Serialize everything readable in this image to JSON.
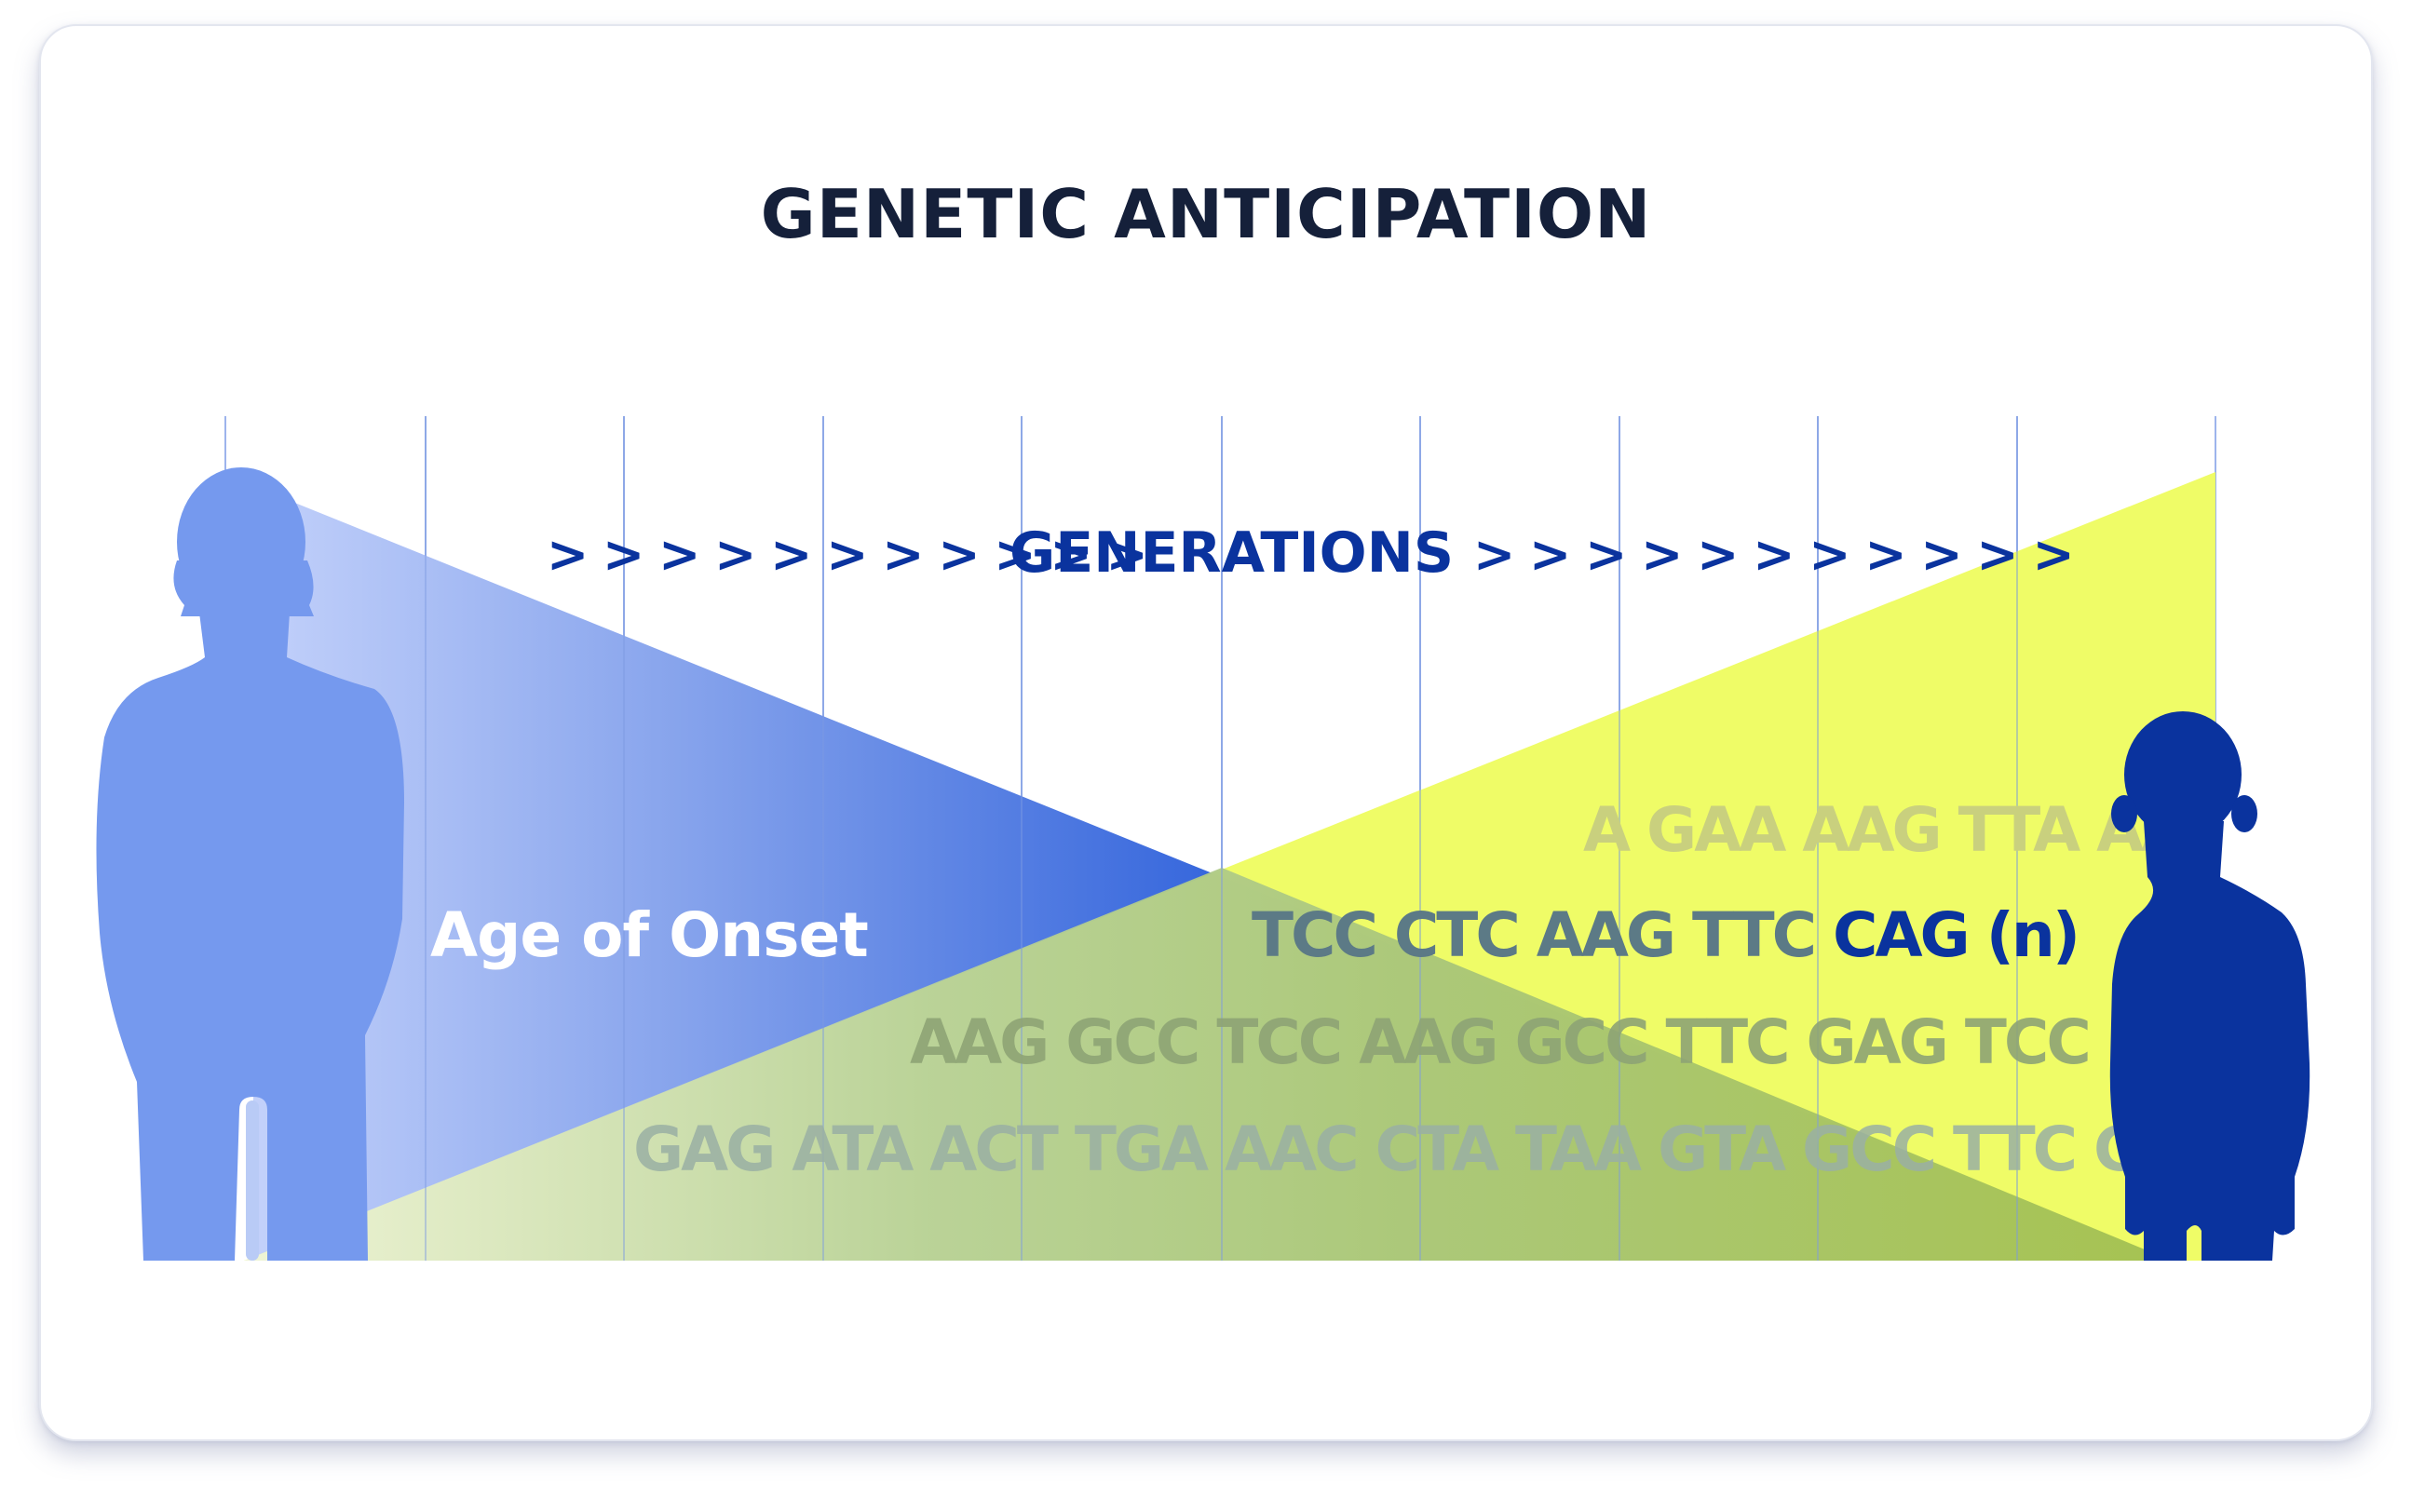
{
  "title": "GENETIC ANTICIPATION",
  "generations": {
    "left_arrows": "> > > > > > > > > > >",
    "label": "GENERATIONS",
    "right_arrows": "> > > > > > > > > > >"
  },
  "age_label": "Age of Onset",
  "sequence": {
    "row1": "A GAA AAG TTA AA",
    "row2_plain": "TCC CTC AAG TTC ",
    "row2_repeat": "CAG (n)",
    "row3": "AAG GCC TCC AAG GCC TTC GAG TCC",
    "row4": "GAG ATA ACT TGA AAC CTA TAA GTA GCC TTC GA"
  },
  "colors": {
    "adult": "#7599ee",
    "child": "#0a339e",
    "blue_wedge": "#3f6fdd",
    "yellow_wedge": "#eefc5a",
    "accent_text": "#0a339e",
    "title_text": "#15203a",
    "gridline": "#9db4ec"
  },
  "icons": {
    "adult": "adult-silhouette-icon",
    "child": "child-silhouette-icon"
  }
}
